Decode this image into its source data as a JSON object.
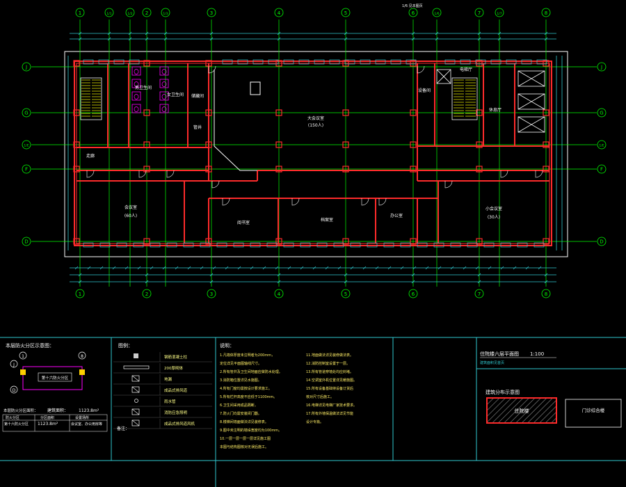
{
  "colors": {
    "background": "#000000",
    "wall": "#ff2b2b",
    "grid": "#00ff00",
    "dimension": "#30c8d0",
    "text": "#ffffff",
    "stairs": "#ffff00",
    "toilet": "#ff00ff",
    "frame": "#ffffff",
    "legend_text": "#ffff88",
    "highlight": "#ffd000",
    "note_text": "#ffee66"
  },
  "axes": {
    "top_numbers": [
      "1",
      "1/1",
      "1/2",
      "2",
      "1/3",
      "3",
      "4",
      "5",
      "6",
      "1/6",
      "7",
      "1/7",
      "8"
    ],
    "bottom_numbers": [
      "1",
      "2",
      "3",
      "4",
      "5",
      "6",
      "7",
      "8"
    ],
    "letters": [
      "J",
      "G",
      "1/E",
      "F",
      "D"
    ],
    "top_note": "1/6 见本图页"
  },
  "rooms": {
    "hall": "大会议室",
    "hall_capacity": "(150人)",
    "meeting_left": "会议室",
    "meeting_left_capacity": "(60人)",
    "meeting_right": "小会议室",
    "meeting_right_capacity": "(30人)",
    "reading": "阅书室",
    "archive": "档案室",
    "office": "办公室",
    "lounge": "休息厅",
    "storage": "储藏间",
    "toilet_m": "男卫生间",
    "toilet_f": "女卫生间",
    "equipment": "设备间",
    "lift_hall": "电梯厅",
    "corridor": "走廊",
    "shaft": "管井"
  },
  "panels": {
    "fire_title": "本层防火分区示意图：",
    "zone_label": "第十六防火分区",
    "zone_area_label": "本层防火分区面积：",
    "building_area_label": "建筑面积：",
    "building_area_value": "1123.8m²",
    "table_headers": [
      "防火分区",
      "分区面积",
      "设置场所"
    ],
    "table_row": [
      "第十六防火分区",
      "1123.8m²",
      "会议室、办公用房等"
    ],
    "legend_title": "图例：",
    "legend_items": [
      "钢筋混凝土柱",
      "200厚砌体",
      "地漏",
      "成品式排风道",
      "雨水管",
      "消防应急照明",
      "成品式排风道风机"
    ],
    "legend_note": "备注：",
    "notes_title": "说明：",
    "notes_col1": [
      "1.凡墙体厚度未注明者为200mm，",
      "  定位详见平面图轴线尺寸。",
      "2.所有管井及卫生间地面应做防水处理。",
      "3.消防箱位置详见水施图。",
      "4.所有门窗均需按设计要求施工。",
      "5.所有栏杆高度不应低于1100mm。",
      "6.卫生间采用成品隔断。",
      "7.防火门均需安装闭门器。",
      "8.楼梯间墙面做法详见装修表。",
      "9.图中未注明的墙垛宽度均为100mm。",
      "10.一层一层一层一层详见施工图",
      "   本图与结构图核对无误后施工。"
    ],
    "notes_col2": [
      "11.地面做法详见装修做法表。",
      "12.消防控制室设置于一层。",
      "13.所有管道穿墙处均应封堵。",
      "14.空调室外机位置详见暖施图。",
      "15.所有设备基础待设备订货后",
      "   核对尺寸后施工。",
      "16.电梯详见电梯厂家技术要求。",
      "17.所有外墙保温做法详见节能",
      "   设计专篇。"
    ],
    "plan_title": "住院楼六层平面图",
    "plan_scale": "1:100",
    "plan_subtitle": "建筑面积见首页",
    "site_title": "建筑分布示意图",
    "site_building": "住院楼",
    "site_other": "门诊综合楼"
  }
}
